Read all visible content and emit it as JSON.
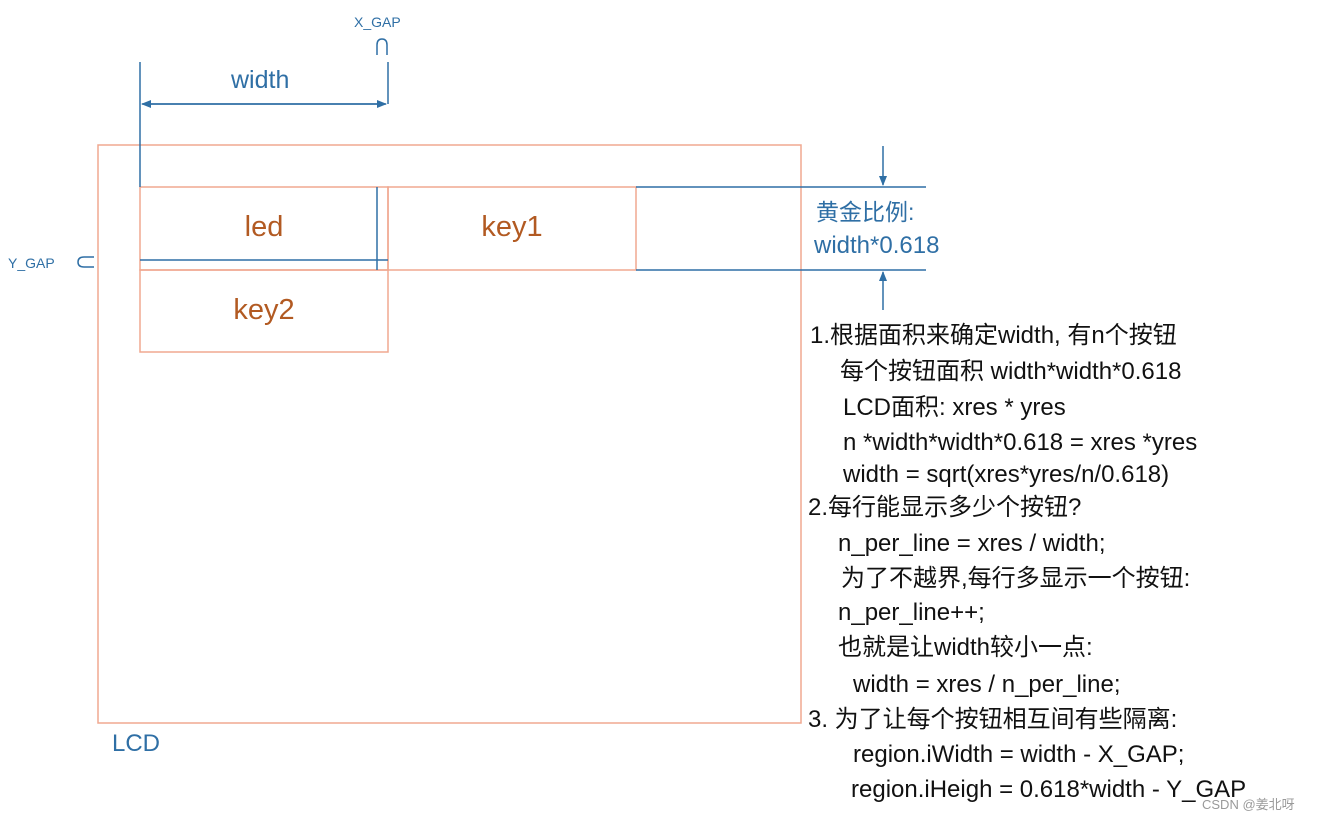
{
  "labels": {
    "x_gap": "X_GAP",
    "y_gap": "Y_GAP",
    "width": "width",
    "lcd": "LCD",
    "golden_ratio_line1": "黄金比例:",
    "golden_ratio_line2": "width*0.618"
  },
  "buttons": [
    {
      "label": "led"
    },
    {
      "label": "key1"
    },
    {
      "label": "key2"
    }
  ],
  "notes": [
    "1.根据面积来确定width, 有n个按钮",
    "每个按钮面积  width*width*0.618",
    "LCD面积:  xres * yres",
    "n *width*width*0.618 = xres *yres",
    "width = sqrt(xres*yres/n/0.618)",
    "2.每行能显示多少个按钮?",
    "n_per_line = xres / width;",
    "为了不越界,每行多显示一个按钮:",
    "n_per_line++;",
    "也就是让width较小一点:",
    "width = xres / n_per_line;",
    "3. 为了让每个按钮相互间有些隔离:",
    "region.iWidth = width - X_GAP;",
    "region.iHeigh  = 0.618*width - Y_GAP"
  ],
  "watermark": "CSDN @姜北呀",
  "colors": {
    "lcd_border": "#f0a890",
    "button_border": "#f0a890",
    "dimension_line": "#2f6fa5",
    "button_text": "#b25a22"
  }
}
